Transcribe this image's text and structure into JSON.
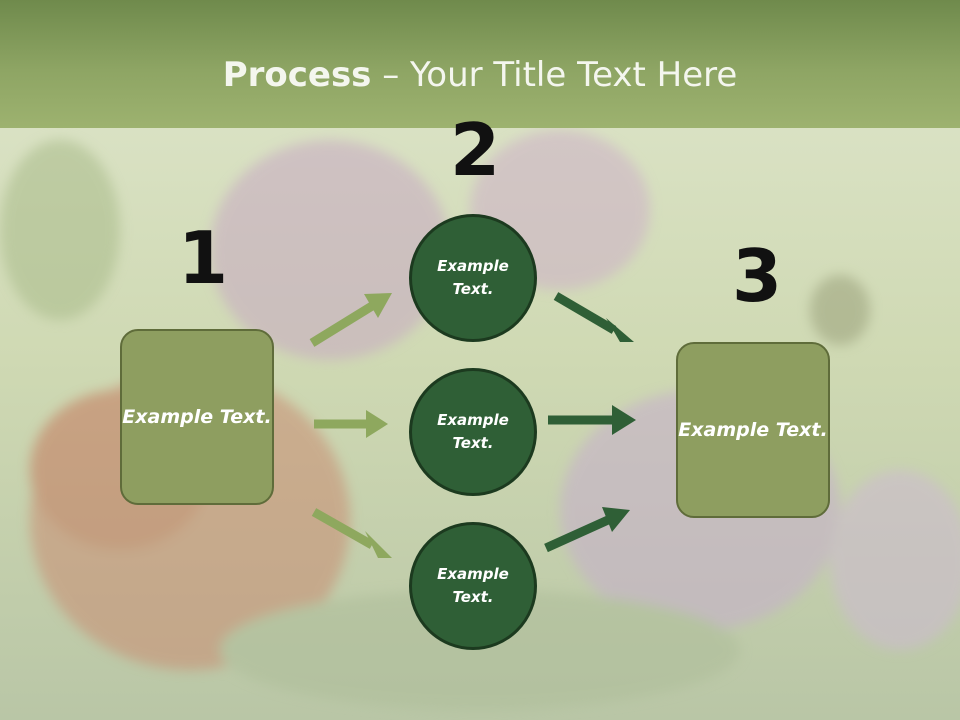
{
  "slide": {
    "title_bold": "Process",
    "title_rest": " – Your Title Text Here"
  },
  "steps": {
    "step1_number": "1",
    "step2_number": "2",
    "step3_number": "3"
  },
  "boxes": {
    "left_text": "Example Text.",
    "right_text": "Example Text."
  },
  "circles": {
    "top_text": "Example Text.",
    "middle_text": "Example Text.",
    "bottom_text": "Example Text."
  },
  "colors": {
    "header": "#7f9756",
    "box_fill": "#8e9e60",
    "circle_fill": "#2f5f36",
    "arrow_light": "#8ea85e",
    "arrow_dark": "#2f5f36"
  }
}
